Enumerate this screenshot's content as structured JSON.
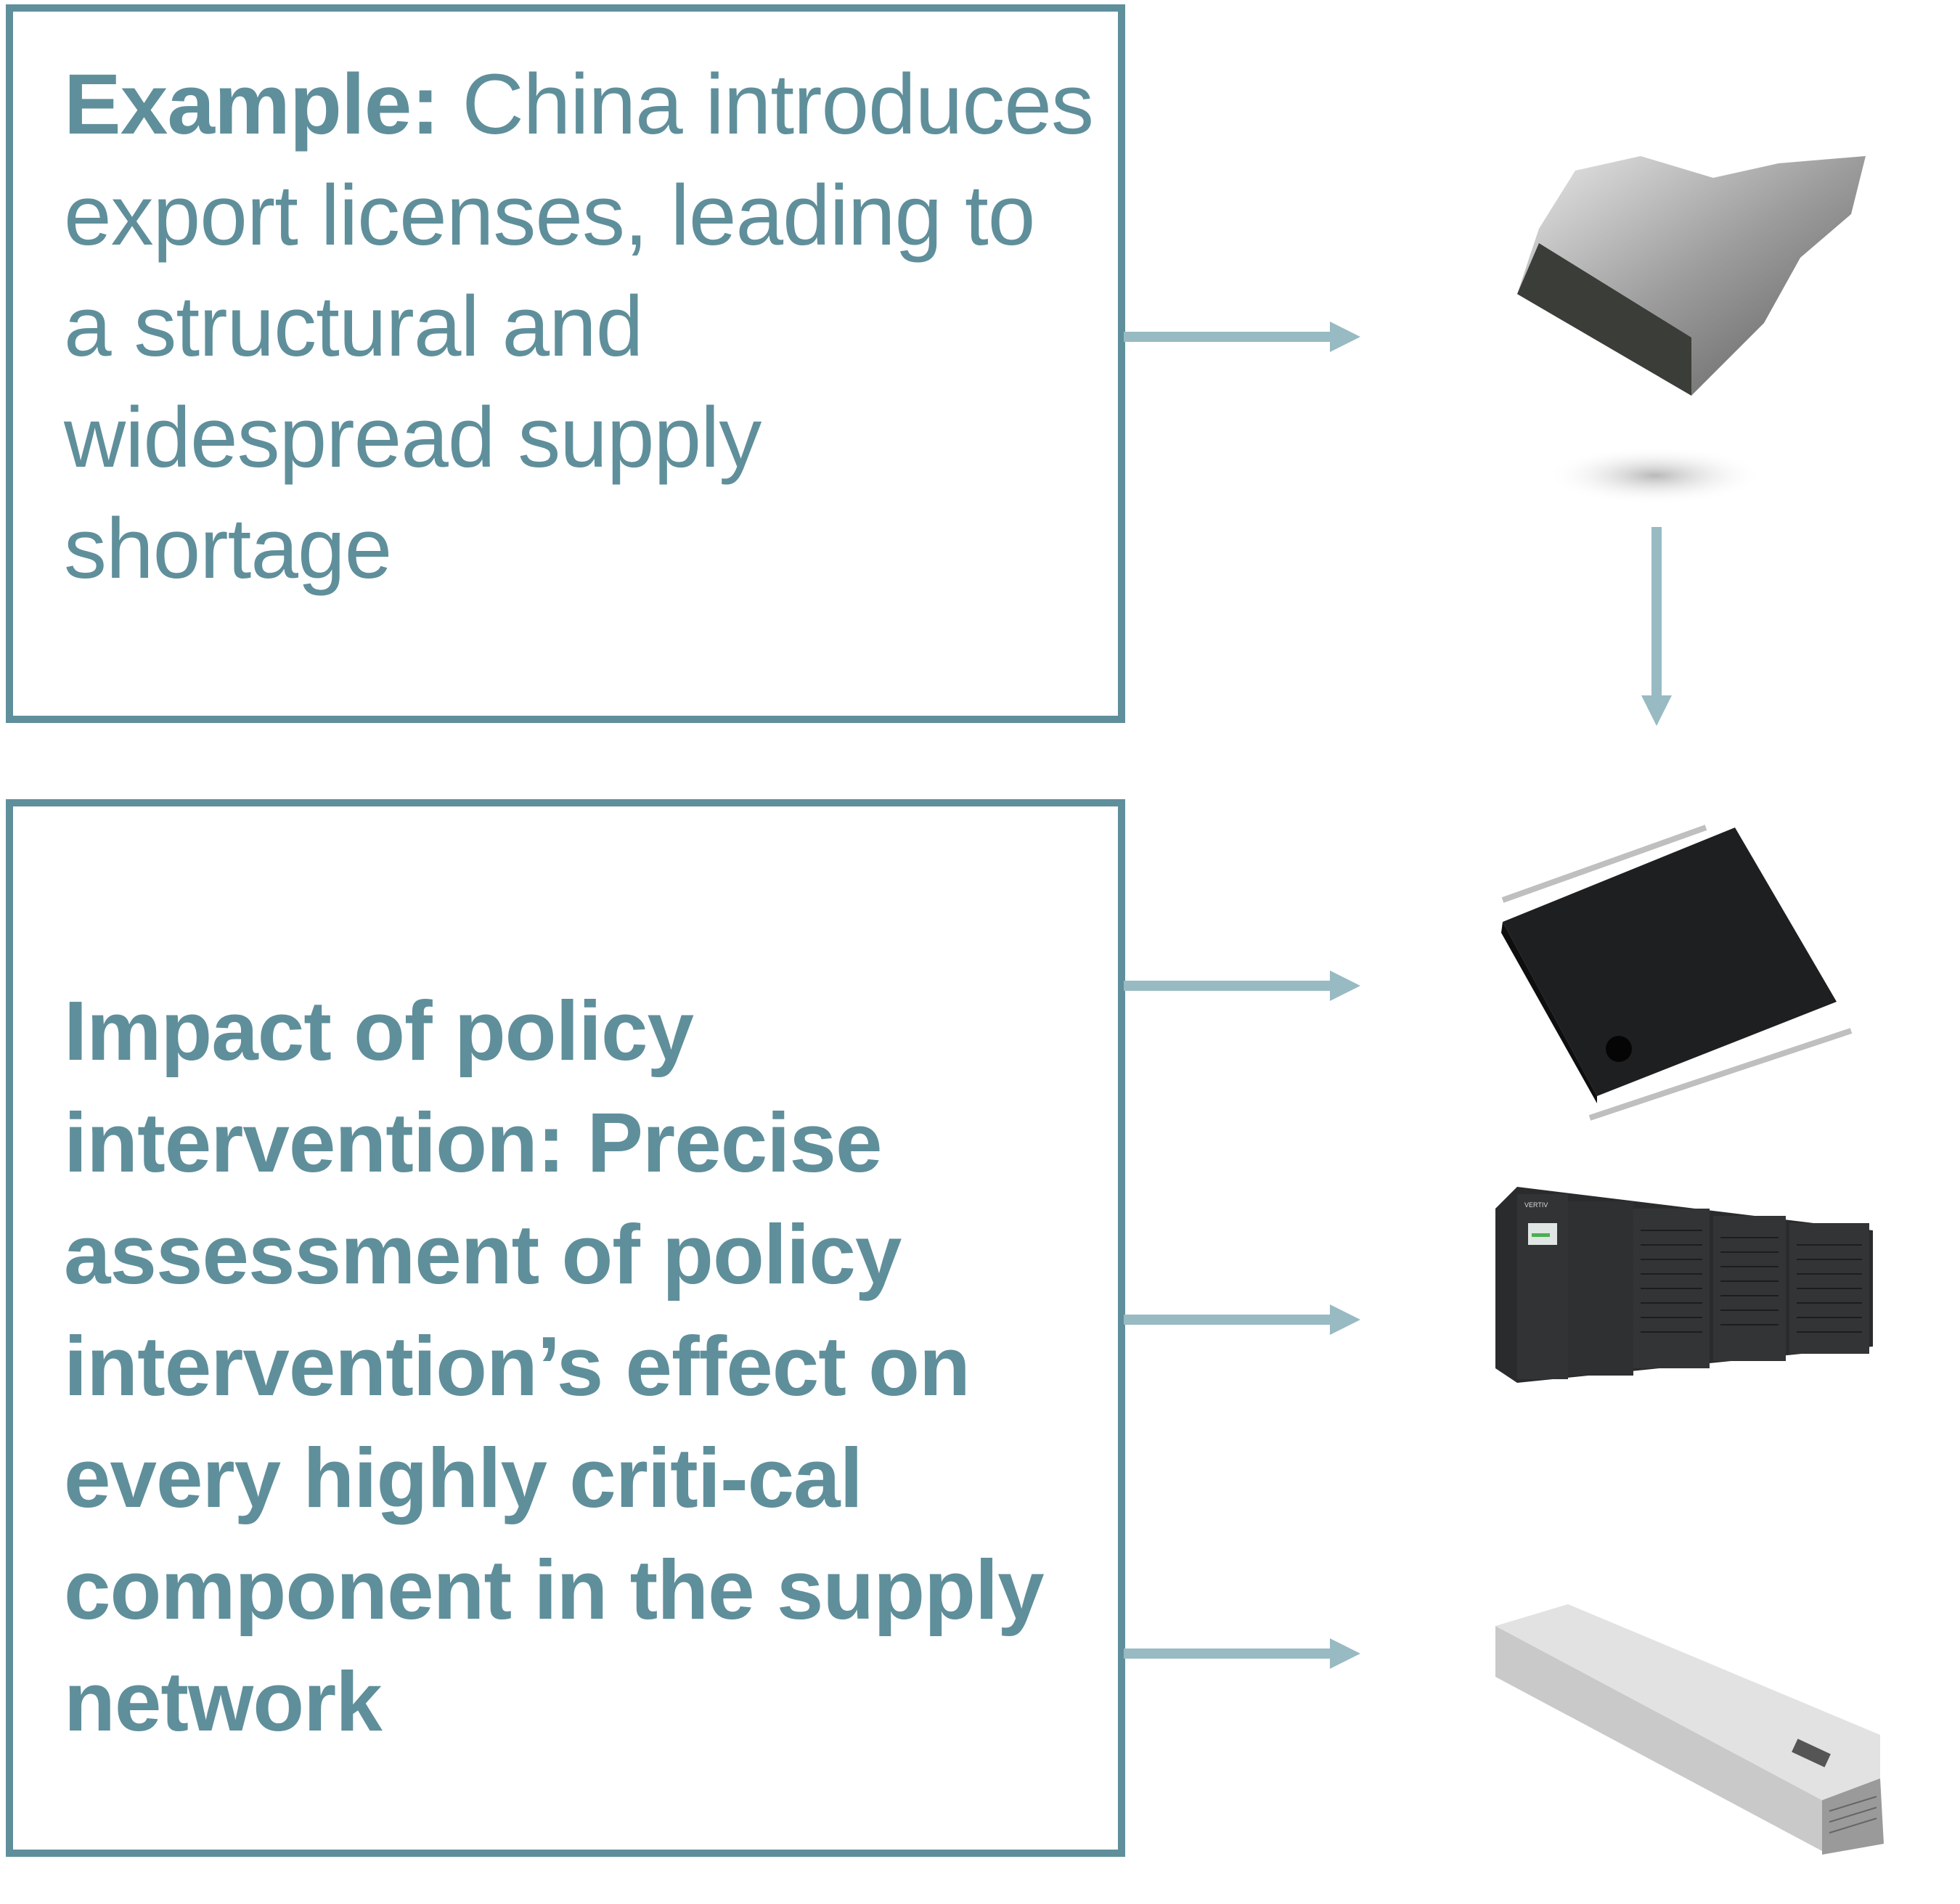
{
  "colors": {
    "box_border": "#5f8f9b",
    "text": "#5f8f9b",
    "arrow": "#98bac3"
  },
  "top_box": {
    "label_bold": "Example:",
    "text": " China introduces export licenses, leading to a structural and widespread supply shortage"
  },
  "bottom_box": {
    "text": "Impact of policy intervention: Precise assessment of policy intervention’s effect on every highly criti-cal component in the supply network"
  },
  "images": [
    {
      "name": "raw-material-nugget",
      "description": "silvery-dark metal nugget (raw material)"
    },
    {
      "name": "semiconductor-chip",
      "description": "black integrated circuit chip with pins"
    },
    {
      "name": "ups-cabinet",
      "description": "large black Vertiv UPS cabinet array",
      "brand_text": "VERTIV"
    },
    {
      "name": "power-supply-unit",
      "description": "silver server power supply module"
    }
  ],
  "arrows": [
    {
      "from": "top_box",
      "to": "raw-material-nugget",
      "direction": "right"
    },
    {
      "from": "raw-material-nugget",
      "to": "semiconductor-chip",
      "direction": "down"
    },
    {
      "from": "bottom_box",
      "to": "semiconductor-chip",
      "direction": "right"
    },
    {
      "from": "bottom_box",
      "to": "ups-cabinet",
      "direction": "right"
    },
    {
      "from": "bottom_box",
      "to": "power-supply-unit",
      "direction": "right"
    }
  ]
}
